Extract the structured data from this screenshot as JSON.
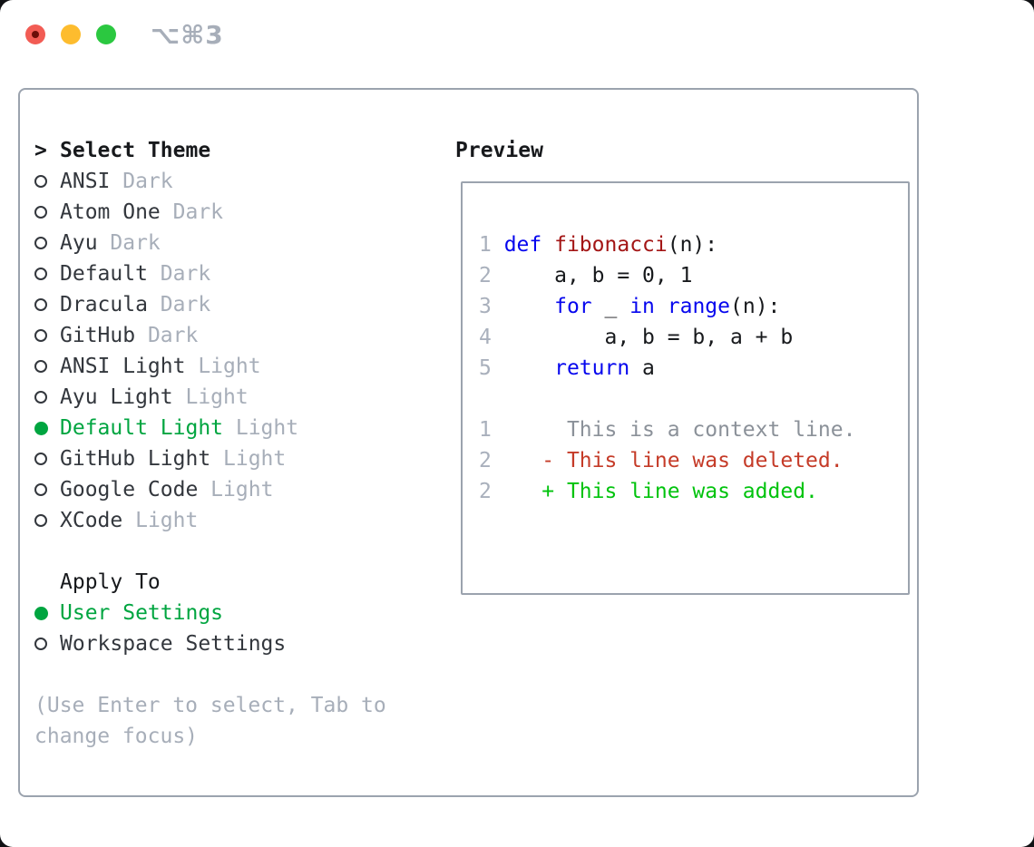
{
  "titlebar": {
    "shortcut": "⌥⌘3"
  },
  "theme_list": {
    "cursor": ">",
    "header": "Select Theme",
    "items": [
      {
        "name": "ANSI",
        "variant": "Dark",
        "selected": false
      },
      {
        "name": "Atom One",
        "variant": "Dark",
        "selected": false
      },
      {
        "name": "Ayu",
        "variant": "Dark",
        "selected": false
      },
      {
        "name": "Default",
        "variant": "Dark",
        "selected": false
      },
      {
        "name": "Dracula",
        "variant": "Dark",
        "selected": false
      },
      {
        "name": "GitHub",
        "variant": "Dark",
        "selected": false
      },
      {
        "name": "ANSI Light",
        "variant": "Light",
        "selected": false
      },
      {
        "name": "Ayu Light",
        "variant": "Light",
        "selected": false
      },
      {
        "name": "Default Light",
        "variant": "Light",
        "selected": true
      },
      {
        "name": "GitHub Light",
        "variant": "Light",
        "selected": false
      },
      {
        "name": "Google Code",
        "variant": "Light",
        "selected": false
      },
      {
        "name": "XCode",
        "variant": "Light",
        "selected": false
      }
    ]
  },
  "apply_to": {
    "header": "Apply To",
    "options": [
      {
        "label": "User Settings",
        "selected": true
      },
      {
        "label": "Workspace Settings",
        "selected": false
      }
    ]
  },
  "hint": "(Use Enter to select, Tab to change focus)",
  "preview": {
    "header": "Preview",
    "code_lines": [
      {
        "num": "1",
        "segments": [
          {
            "t": "def",
            "c": "kw"
          },
          {
            "t": " "
          },
          {
            "t": "fibonacci",
            "c": "fn"
          },
          {
            "t": "(n):"
          }
        ]
      },
      {
        "num": "2",
        "segments": [
          {
            "t": "    a, b = 0, 1"
          }
        ]
      },
      {
        "num": "3",
        "segments": [
          {
            "t": "    "
          },
          {
            "t": "for",
            "c": "kw"
          },
          {
            "t": " _ "
          },
          {
            "t": "in",
            "c": "kw"
          },
          {
            "t": " "
          },
          {
            "t": "range",
            "c": "kw"
          },
          {
            "t": "(n):"
          }
        ]
      },
      {
        "num": "4",
        "segments": [
          {
            "t": "        a, b = b, a + b"
          }
        ]
      },
      {
        "num": "5",
        "segments": [
          {
            "t": "    "
          },
          {
            "t": "return",
            "c": "kw"
          },
          {
            "t": " a"
          }
        ]
      }
    ],
    "diff_lines": [
      {
        "num": "1",
        "segments": [
          {
            "t": "     This is a context line.",
            "c": "ctx"
          }
        ]
      },
      {
        "num": "2",
        "segments": [
          {
            "t": "   - This line was deleted.",
            "c": "del"
          }
        ]
      },
      {
        "num": "2",
        "segments": [
          {
            "t": "   + This line was added.",
            "c": "add"
          }
        ]
      }
    ]
  },
  "colors": {
    "selected_green": "#00a540",
    "added_green": "#00c30d",
    "deleted_red": "#c53b28",
    "keyword_blue": "#0606ee",
    "function_red": "#a31515",
    "code_black": "#17191c",
    "heading_black": "#17191c",
    "text_dark": "#33373d",
    "muted_gray": "#a7aeb9",
    "context_gray": "#8b9199",
    "line_number_gray": "#a9b0bc",
    "border_gray": "#9ba3ae",
    "traffic_red": "#f25c54",
    "traffic_yellow": "#fdbc2e",
    "traffic_green": "#2bc840",
    "unsaved_dot": "#6b0e08"
  }
}
